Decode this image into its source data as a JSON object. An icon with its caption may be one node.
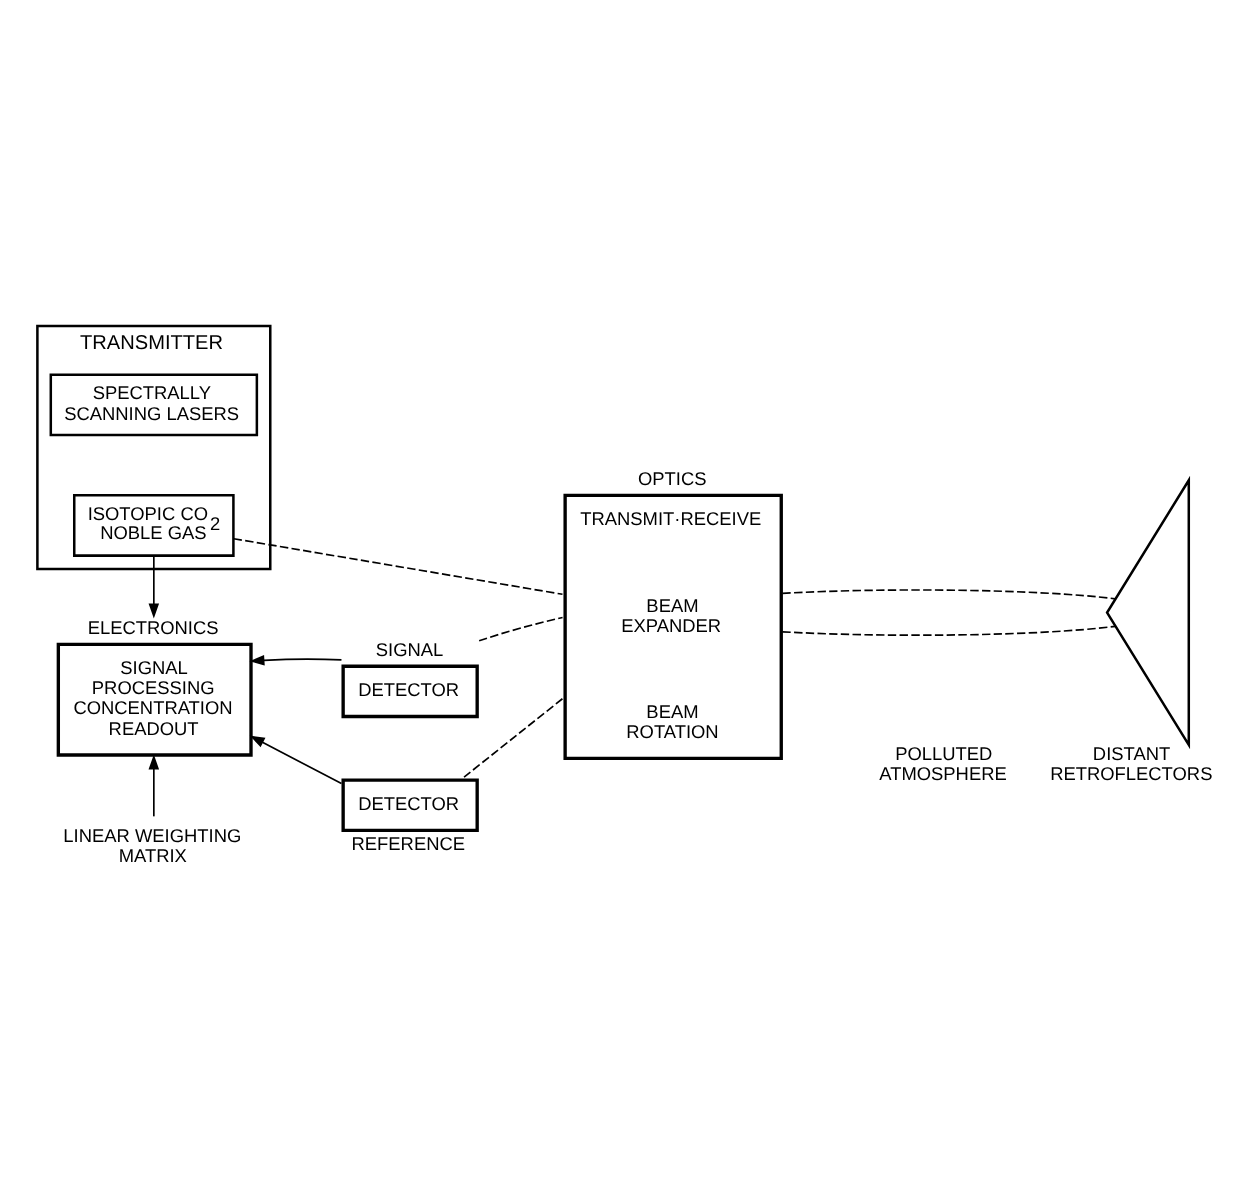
{
  "diagram": {
    "nodes": [
      {
        "text": [
          "TRANSMITTER"
        ]
      },
      {
        "text": [
          "SPECTRALLY SCANNING LASERS"
        ],
        "in": 0
      },
      {
        "text": [
          "ISOTOPIC CO$_{2}$ NOBLE GAS"
        ],
        "in": 0
      },
      {
        "text": [
          "OPTICS",
          "TRANSMIT·RECEIVE",
          "BEAM EXPANDER",
          "BEAM ROTATION"
        ]
      },
      {
        "text": [],
        "shape": "chevron",
        "beside": [
          "DISTANT RETROFLECTORS"
        ]
      },
      {
        "text": [
          "SIGNAL",
          "DETECTOR"
        ]
      },
      {
        "text": [
          "DETECTOR",
          "REFERENCE"
        ]
      },
      {
        "text": [
          "ELECTRONICS",
          "SIGNAL PROCESSING CONCENTRATION READOUT"
        ]
      },
      {
        "text": [
          "LINEAR WEIGHTING MATRIX"
        ]
      }
    ],
    "edges": [
      {
        "from": 2,
        "to": 3,
        "arrow": "none",
        "style": "dashed"
      },
      {
        "from": 3,
        "to": 4,
        "arrow": "none",
        "style": "dashed"
      },
      {
        "from": 3,
        "to": 4,
        "arrow": "none",
        "style": "dashed"
      },
      {
        "from": 5,
        "to": 3,
        "arrow": "none",
        "style": "dashed"
      },
      {
        "from": 3,
        "to": 6,
        "arrow": "none",
        "style": "dashed"
      },
      {
        "from": 2,
        "to": 7,
        "arrow": "to"
      },
      {
        "from": 5,
        "to": 7,
        "arrow": "to"
      },
      {
        "from": 6,
        "to": 7,
        "arrow": "to"
      },
      {
        "from": 8,
        "to": 7,
        "arrow": "to"
      }
    ],
    "labels": [
      "POLLUTED ATMOSPHERE"
    ]
  }
}
